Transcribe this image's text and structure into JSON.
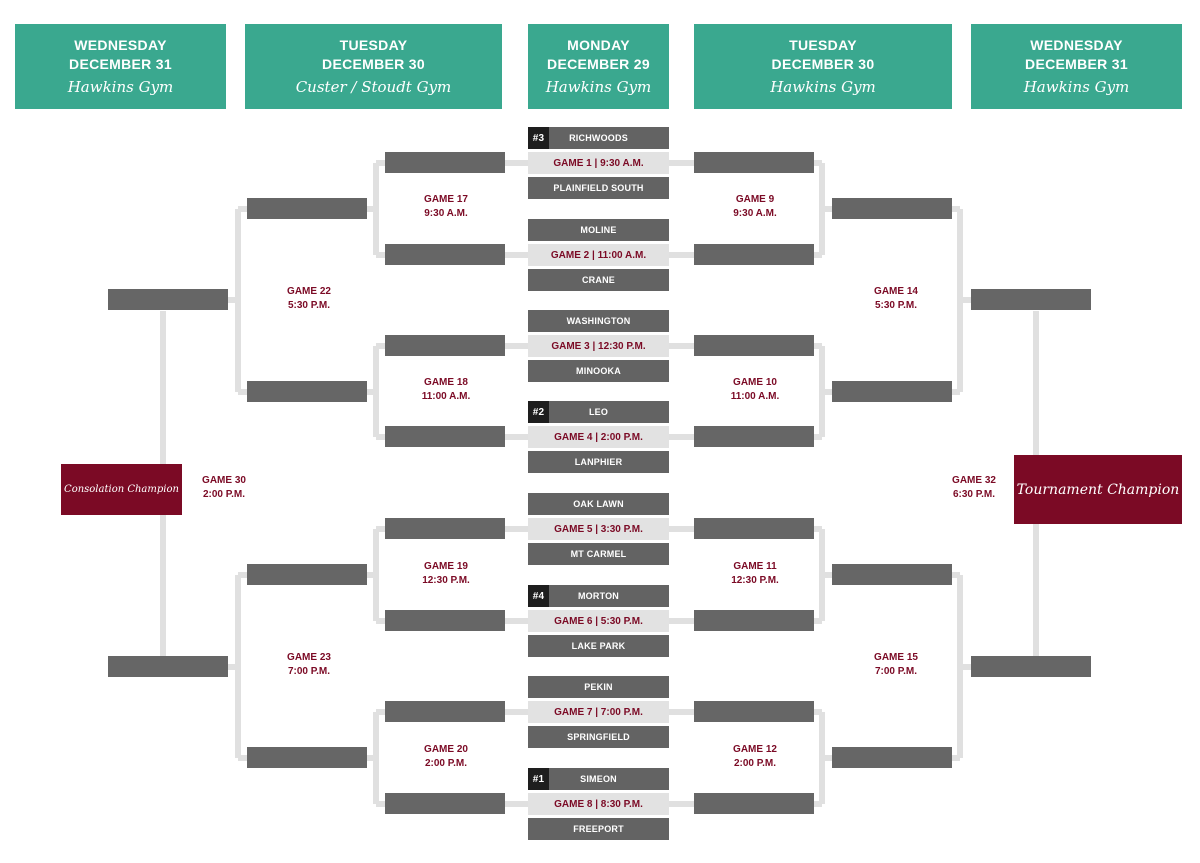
{
  "headers": [
    {
      "day": "WEDNESDAY",
      "date": "DECEMBER 31",
      "venue": "Hawkins Gym"
    },
    {
      "day": "TUESDAY",
      "date": "DECEMBER 30",
      "venue": "Custer / Stoudt Gym"
    },
    {
      "day": "MONDAY",
      "date": "DECEMBER 29",
      "venue": "Hawkins Gym"
    },
    {
      "day": "TUESDAY",
      "date": "DECEMBER 30",
      "venue": "Hawkins Gym"
    },
    {
      "day": "WEDNESDAY",
      "date": "DECEMBER 31",
      "venue": "Hawkins Gym"
    }
  ],
  "first_round": [
    {
      "seed_top": "#3",
      "top": "RICHWOODS",
      "game": "GAME 1  |  9:30 A.M.",
      "bottom": "PLAINFIELD SOUTH"
    },
    {
      "top": "MOLINE",
      "game": "GAME 2  |  11:00 A.M.",
      "bottom": "CRANE"
    },
    {
      "top": "WASHINGTON",
      "game": "GAME 3  |  12:30 P.M.",
      "bottom": "MINOOKA"
    },
    {
      "seed_top": "#2",
      "top": "LEO",
      "game": "GAME 4  |  2:00 P.M.",
      "bottom": "LANPHIER"
    },
    {
      "top": "OAK LAWN",
      "game": "GAME 5  |  3:30 P.M.",
      "bottom": "MT CARMEL"
    },
    {
      "seed_top": "#4",
      "top": "MORTON",
      "game": "GAME 6  |  5:30 P.M.",
      "bottom": "LAKE PARK"
    },
    {
      "top": "PEKIN",
      "game": "GAME 7  |  7:00 P.M.",
      "bottom": "SPRINGFIELD"
    },
    {
      "seed_top": "#1",
      "top": "SIMEON",
      "game": "GAME 8  |  8:30 P.M.",
      "bottom": "FREEPORT"
    }
  ],
  "games": {
    "g17": {
      "name": "GAME 17",
      "time": "9:30 A.M."
    },
    "g18": {
      "name": "GAME 18",
      "time": "11:00 A.M."
    },
    "g19": {
      "name": "GAME 19",
      "time": "12:30 P.M."
    },
    "g20": {
      "name": "GAME 20",
      "time": "2:00 P.M."
    },
    "g22": {
      "name": "GAME 22",
      "time": "5:30 P.M."
    },
    "g23": {
      "name": "GAME 23",
      "time": "7:00 P.M."
    },
    "g30": {
      "name": "GAME 30",
      "time": "2:00 P.M."
    },
    "g9": {
      "name": "GAME 9",
      "time": "9:30 A.M."
    },
    "g10": {
      "name": "GAME 10",
      "time": "11:00 A.M."
    },
    "g11": {
      "name": "GAME 11",
      "time": "12:30 P.M."
    },
    "g12": {
      "name": "GAME 12",
      "time": "2:00 P.M."
    },
    "g14": {
      "name": "GAME 14",
      "time": "5:30 P.M."
    },
    "g15": {
      "name": "GAME 15",
      "time": "7:00 P.M."
    },
    "g32": {
      "name": "GAME 32",
      "time": "6:30 P.M."
    }
  },
  "consolation_champion": "Consolation Champion",
  "tournament_champion": "Tournament Champion",
  "colors": {
    "header_bg": "#3aa88f",
    "accent": "#7b0a25",
    "slot": "#666666",
    "line": "#e0e0e0"
  }
}
